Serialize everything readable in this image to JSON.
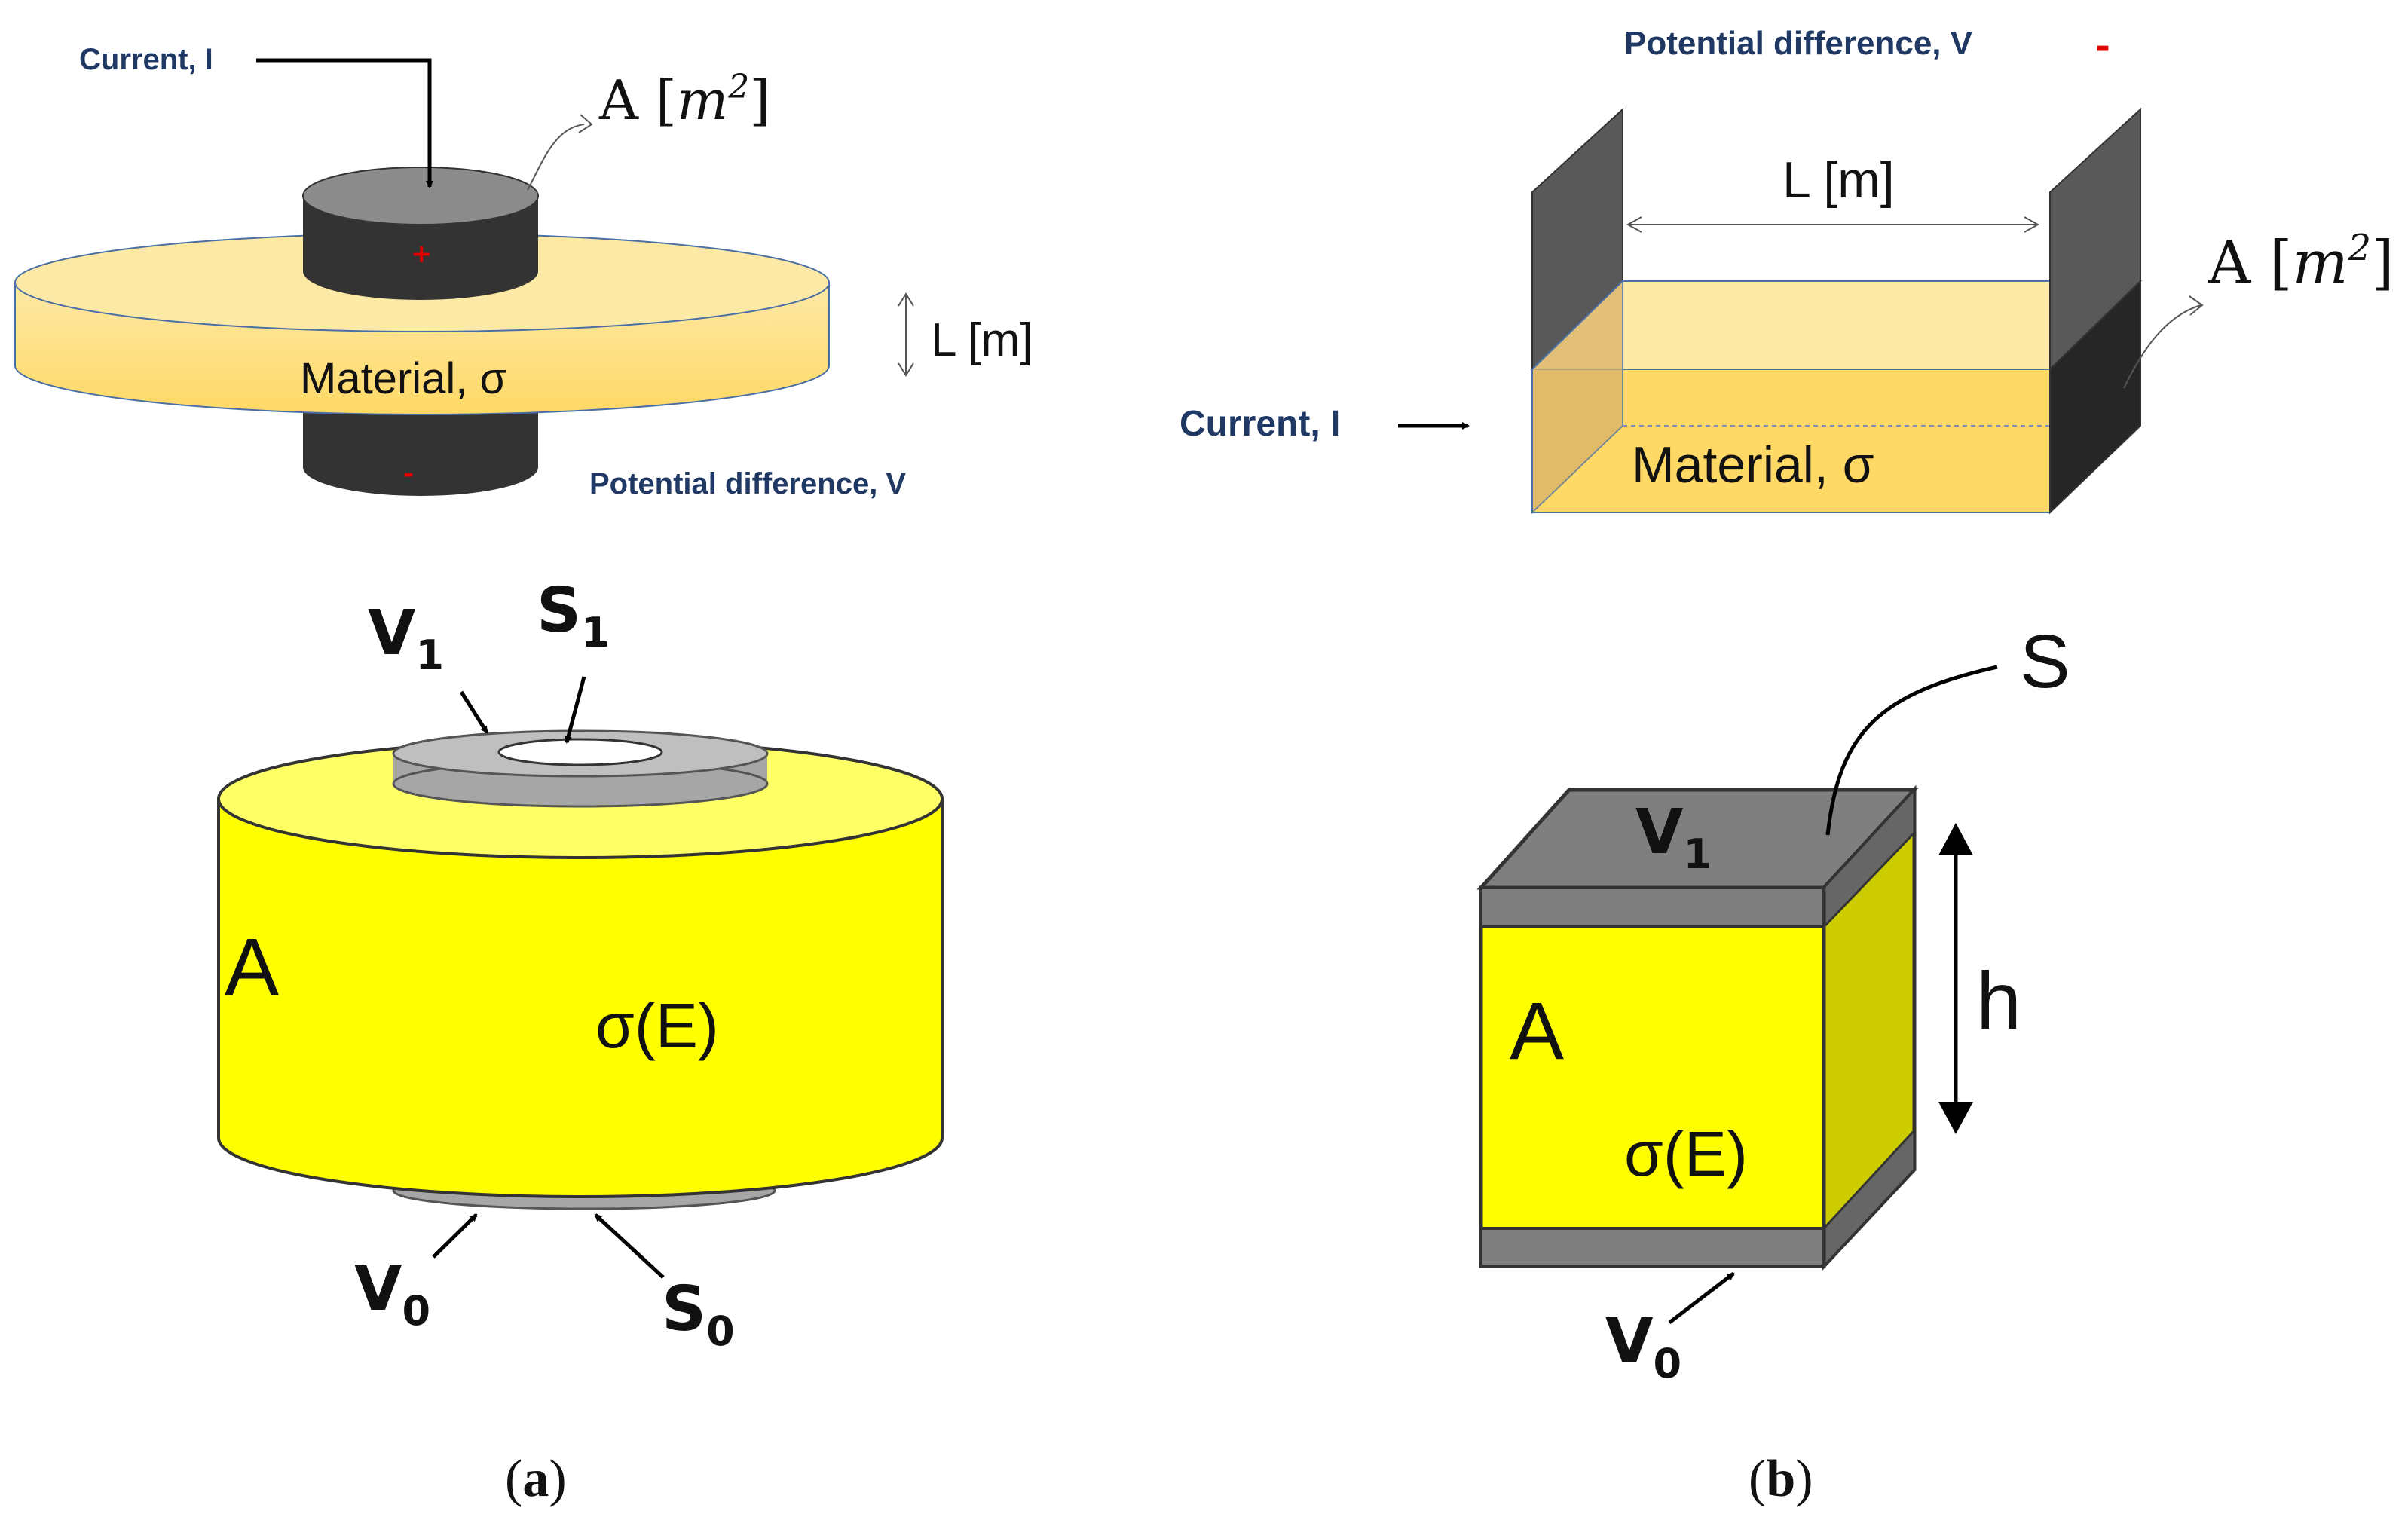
{
  "panel_tl": {
    "current": "Current, I",
    "area": "A [",
    "area_m": "m",
    "area_exp": "2",
    "area_close": "]",
    "plus": "+",
    "minus": "-",
    "material": "Material, σ",
    "length": "L [m]",
    "potential": "Potential difference, V"
  },
  "panel_tr": {
    "potential": "Potential difference, V",
    "minus": "-",
    "length": "L [m]",
    "area": "A [",
    "area_m": "m",
    "area_exp": "2",
    "area_close": "]",
    "current": "Current, I",
    "material": "Material, σ"
  },
  "panel_bl": {
    "v1": "V",
    "v1_sub": "1",
    "s1": "S",
    "s1_sub": "1",
    "a": "A",
    "sigma": "σ(E)",
    "v0": "V",
    "v0_sub": "0",
    "s0": "S",
    "s0_sub": "0"
  },
  "panel_br": {
    "s": "S",
    "v1": "V",
    "v1_sub": "1",
    "h": "h",
    "a": "A",
    "sigma": "σ(E)",
    "v0": "V",
    "v0_sub": "0"
  },
  "captions": {
    "a_open": "(",
    "a": "a",
    "a_close": ")",
    "b_open": "(",
    "b": "b",
    "b_close": ")"
  },
  "colors": {
    "label_blue": "#1f3864",
    "polarity_red": "#e00000",
    "material_light": "#fde9a6",
    "material": "#ffd966",
    "bright_yellow": "#ffff00",
    "electrode_dark": "#333333",
    "electrode_gray": "#a6a6a6"
  }
}
